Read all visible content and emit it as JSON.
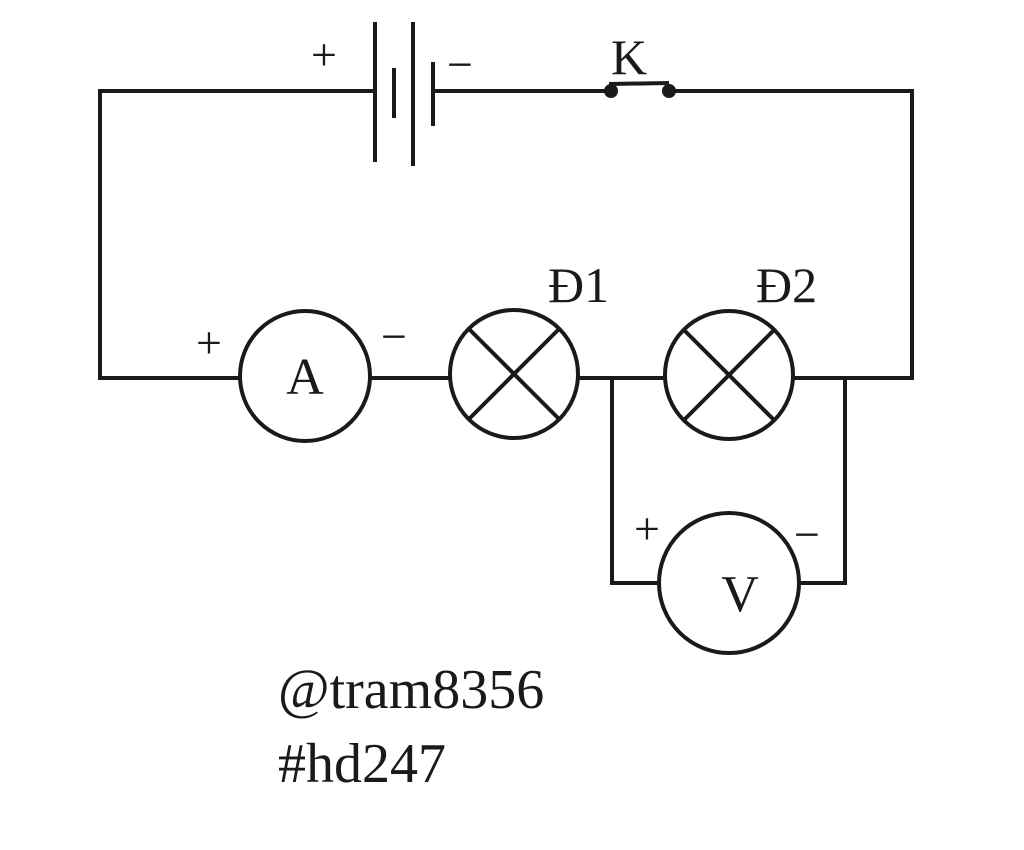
{
  "diagram": {
    "battery": {
      "plus_sign": "+",
      "minus_sign": "−"
    },
    "switch": {
      "label": "K"
    },
    "ammeter": {
      "symbol": "A",
      "plus_sign": "+",
      "minus_sign": "−"
    },
    "lamp_1": {
      "label": "Đ1",
      "icon": "lamp-cross-icon"
    },
    "lamp_2": {
      "label": "Đ2",
      "icon": "lamp-cross-icon"
    },
    "voltmeter": {
      "symbol": "V",
      "plus_sign": "+",
      "minus_sign": "−"
    },
    "line_color": "#1a1a1a"
  },
  "watermark": {
    "user": "@tram8356",
    "tag": "#hd247"
  }
}
